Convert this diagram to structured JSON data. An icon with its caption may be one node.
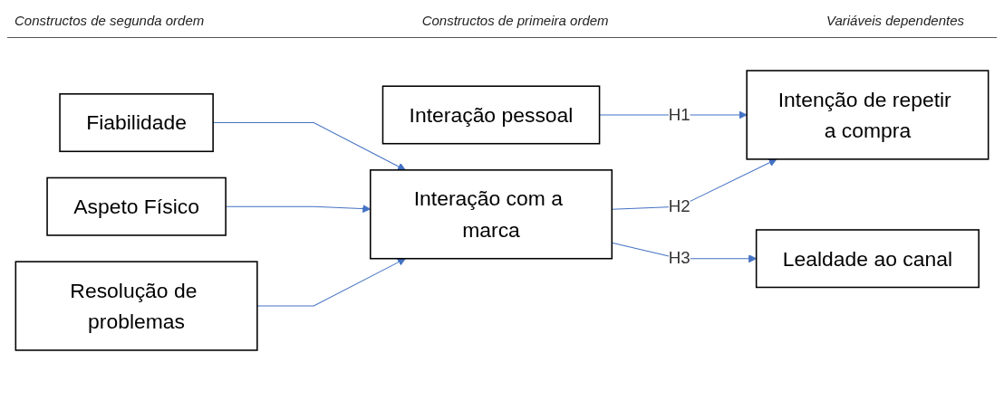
{
  "diagram": {
    "nodes": [
      {
        "text": [
          "Interação pessoal"
        ]
      },
      {
        "text": [
          "Fiabilidade"
        ]
      },
      {
        "text": [
          "Aspeto Físico"
        ]
      },
      {
        "text": [
          "Resolução de problemas"
        ]
      },
      {
        "text": [
          "Interação com a marca"
        ]
      },
      {
        "text": [
          "Intenção de repetir a compra"
        ]
      },
      {
        "text": [
          "Lealdade ao canal"
        ]
      }
    ],
    "edges": [
      {
        "from": 0,
        "to": 5,
        "arrow": "to",
        "label": "H1"
      },
      {
        "from": 1,
        "to": 4,
        "arrow": "to"
      },
      {
        "from": 2,
        "to": 4,
        "arrow": "to"
      },
      {
        "from": 3,
        "to": 4,
        "arrow": "to"
      },
      {
        "from": 4,
        "to": 5,
        "arrow": "to",
        "label": "H2"
      },
      {
        "from": 4,
        "to": 6,
        "arrow": "to",
        "label": "H3"
      }
    ],
    "labels": [
      "Constructos de segunda ordem",
      "Constructos de primeira ordem",
      "Variáveis dependentes"
    ]
  }
}
